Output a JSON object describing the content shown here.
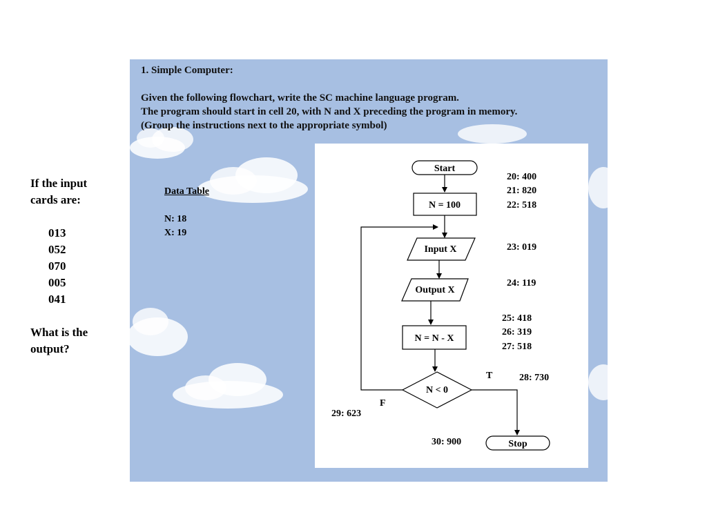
{
  "side": {
    "line1": "If the input",
    "line2": "cards are:",
    "cards": [
      "013",
      "052",
      "070",
      "005",
      "041"
    ],
    "question1": "What is the",
    "question2": "output?"
  },
  "task": {
    "title": "1. Simple Computer:",
    "line1": "Given the following flowchart, write the SC machine language program.",
    "line2": "The program should start in cell 20, with N and X preceding the program in memory.",
    "line3": "(Group the instructions next to the appropriate symbol)"
  },
  "data_table": {
    "heading": "Data Table",
    "rows": [
      "N: 18",
      "X: 19"
    ]
  },
  "flowchart": {
    "nodes": {
      "start": "Start",
      "init": "N = 100",
      "input": "Input X",
      "output": "Output X",
      "subtract": "N = N - X",
      "decision": "N < 0",
      "stop": "Stop"
    },
    "branch_true": "T",
    "branch_false": "F",
    "code": {
      "c20": "20: 400",
      "c21": "21: 820",
      "c22": "22: 518",
      "c23": "23: 019",
      "c24": "24: 119",
      "c25": "25: 418",
      "c26": "26: 319",
      "c27": "27: 518",
      "c28": "28: 730",
      "c29": "29: 623",
      "c30": "30: 900"
    }
  },
  "colors": {
    "sky": "#a7bfe2",
    "cloud": "#ffffff",
    "panel": "#ffffff"
  }
}
